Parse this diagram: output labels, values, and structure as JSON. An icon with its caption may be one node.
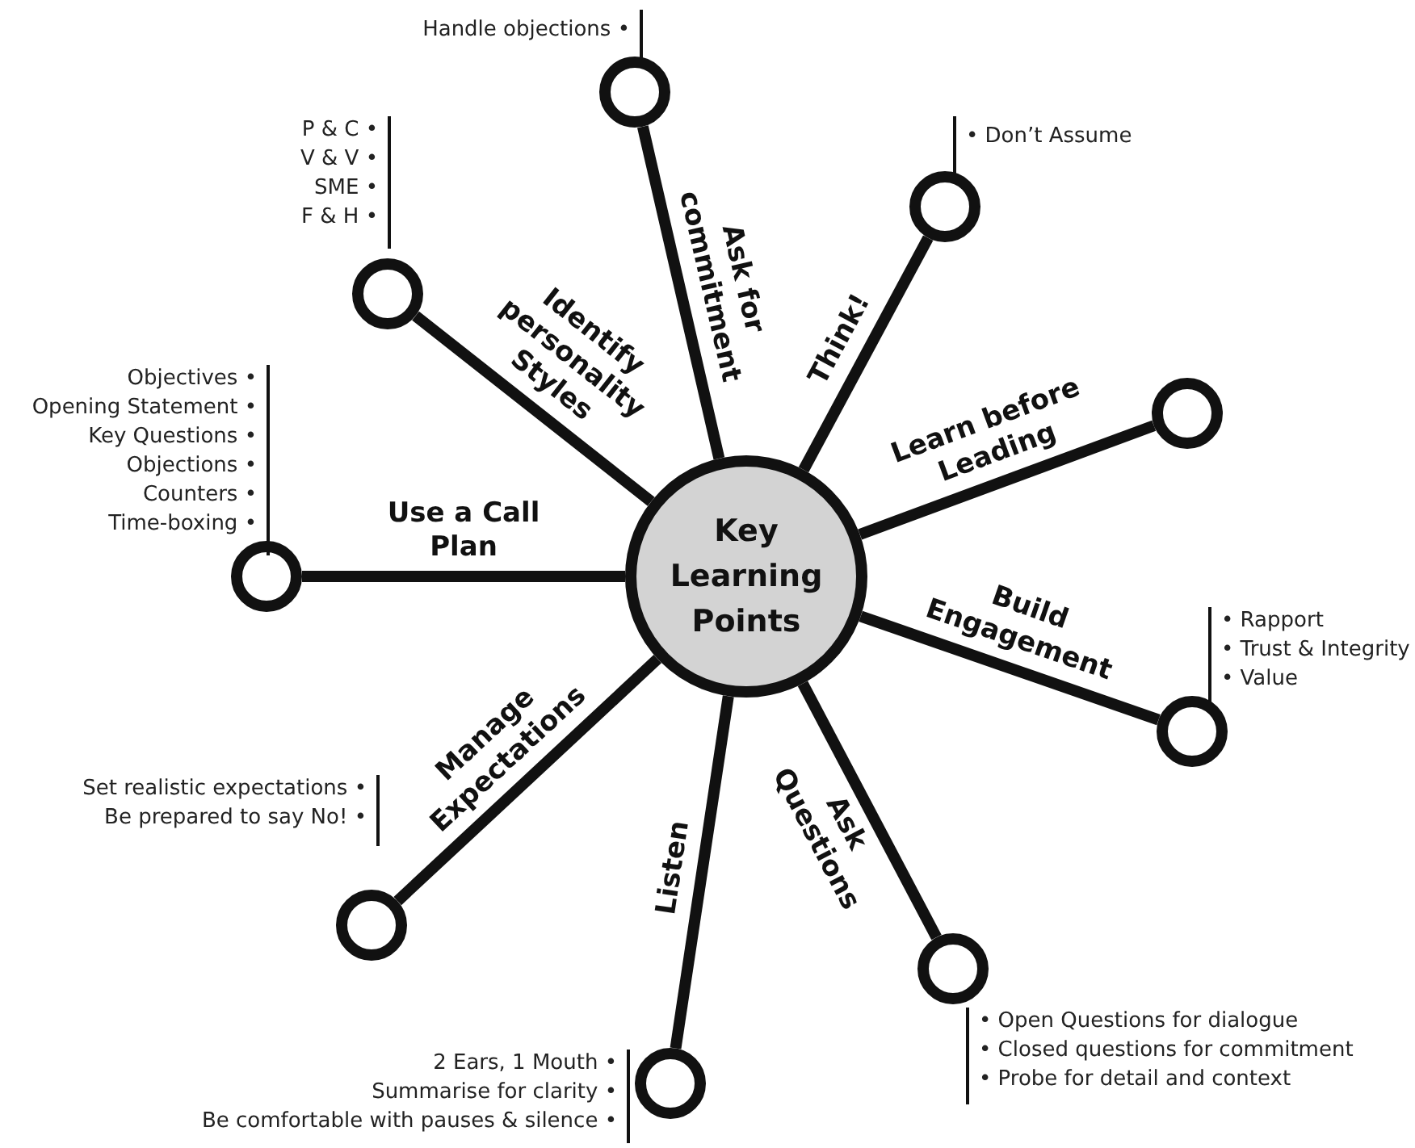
{
  "diagram": {
    "nodes": [
      {
        "text": [
          "Key Learning Points"
        ]
      },
      {
        "text": [],
        "shape": "circle",
        "beside": [
          "Handle objections •"
        ]
      },
      {
        "text": [],
        "shape": "circle",
        "beside": [
          "• Don’t Assume"
        ]
      },
      {
        "text": [],
        "shape": "circle"
      },
      {
        "text": [],
        "shape": "circle",
        "beside": [
          "• Rapport",
          "• Trust & Integrity",
          "• Value"
        ]
      },
      {
        "text": [],
        "shape": "circle",
        "beside": [
          "• Open Questions for dialogue",
          "• Closed questions for commitment",
          "• Probe for detail and context"
        ]
      },
      {
        "text": [],
        "shape": "circle",
        "beside": [
          "2 Ears, 1 Mouth •",
          "Summarise for clarity •",
          "Be comfortable with pauses & silence •"
        ]
      },
      {
        "text": [],
        "shape": "circle",
        "beside": [
          "Set realistic expectations •",
          "Be prepared to say No! •"
        ]
      },
      {
        "text": [],
        "shape": "circle",
        "beside": [
          "Objectives •",
          "Opening Statement •",
          "Key Questions •",
          "Objections •",
          "Counters •",
          "Time-boxing •"
        ]
      },
      {
        "text": [],
        "shape": "circle",
        "beside": [
          "P & C •",
          "V & V •",
          "SME •",
          "F & H •"
        ]
      }
    ],
    "edges": [
      {
        "from": 0,
        "to": 1,
        "arrow": "none",
        "label": "Ask for commitment"
      },
      {
        "from": 0,
        "to": 2,
        "arrow": "none",
        "label": "Think!"
      },
      {
        "from": 0,
        "to": 3,
        "arrow": "none",
        "label": "Learn before Leading"
      },
      {
        "from": 0,
        "to": 4,
        "arrow": "none",
        "label": "Build Engagement"
      },
      {
        "from": 0,
        "to": 5,
        "arrow": "none",
        "label": "Ask Questions"
      },
      {
        "from": 0,
        "to": 6,
        "arrow": "none",
        "label": "Listen"
      },
      {
        "from": 0,
        "to": 7,
        "arrow": "none",
        "label": "Manage Expectations"
      },
      {
        "from": 0,
        "to": 8,
        "arrow": "none",
        "label": "Use a Call Plan"
      },
      {
        "from": 0,
        "to": 9,
        "arrow": "none",
        "label": "Identify personality Styles"
      }
    ]
  }
}
